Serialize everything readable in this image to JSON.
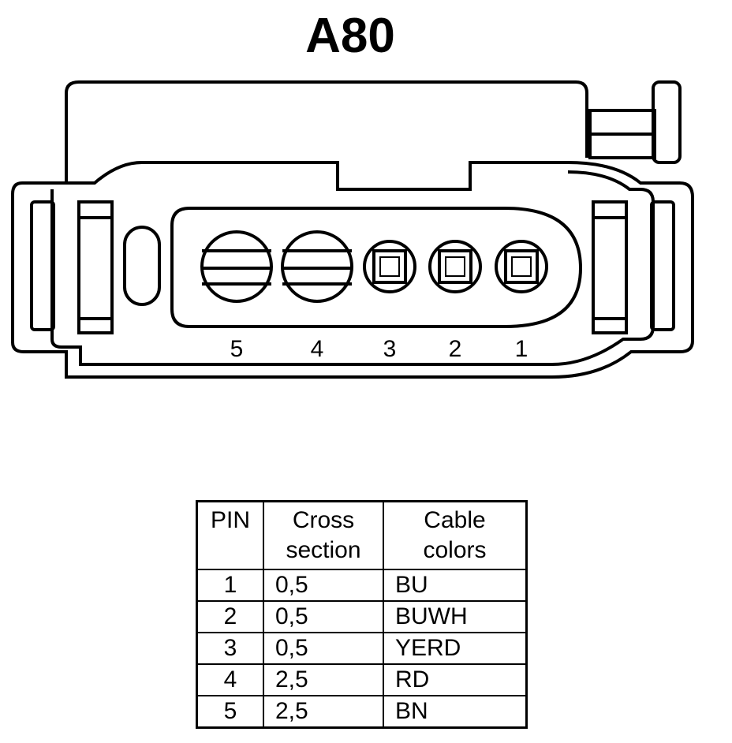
{
  "title": "A80",
  "connector": {
    "pin_labels": [
      "5",
      "4",
      "3",
      "2",
      "1"
    ]
  },
  "table": {
    "headers": {
      "pin": [
        "PIN"
      ],
      "cross_section": [
        "Cross",
        "section"
      ],
      "cable_colors": [
        "Cable",
        "colors"
      ]
    },
    "rows": [
      {
        "pin": "1",
        "cross_section": "0,5",
        "color": "BU"
      },
      {
        "pin": "2",
        "cross_section": "0,5",
        "color": "BUWH"
      },
      {
        "pin": "3",
        "cross_section": "0,5",
        "color": "YERD"
      },
      {
        "pin": "4",
        "cross_section": "2,5",
        "color": "RD"
      },
      {
        "pin": "5",
        "cross_section": "2,5",
        "color": "BN"
      }
    ]
  }
}
